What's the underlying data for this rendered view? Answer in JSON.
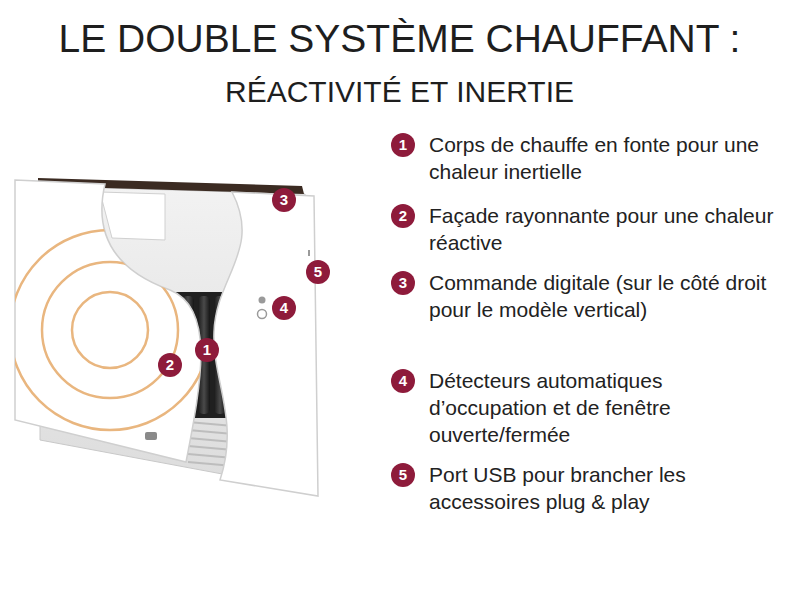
{
  "diagram": {
    "title": "LE DOUBLE SYSTÈME CHAUFFANT :",
    "nodes": [
      {
        "text": [
          "3"
        ]
      },
      {
        "text": [
          "5"
        ]
      },
      {
        "text": [
          "4"
        ]
      },
      {
        "text": [
          "1"
        ]
      },
      {
        "text": [
          "2"
        ]
      },
      {
        "text": [
          "1",
          "Corps de chauffe en fonte pour une chaleur inertielle"
        ]
      },
      {
        "text": [
          "2",
          "Façade rayonnante pour une chaleur réactive"
        ]
      },
      {
        "text": [
          "3",
          "Commande digitale (sur le côté droit pour le modèle vertical)"
        ]
      },
      {
        "text": [
          "4",
          "Détecteurs automatiques d’occupation et de fenêtre ouverte/fermée"
        ]
      },
      {
        "text": [
          "5",
          "Port USB pour brancher les accessoires plug & play"
        ]
      }
    ],
    "labels": [
      "RÉACTIVITÉ ET INERTIE"
    ]
  }
}
